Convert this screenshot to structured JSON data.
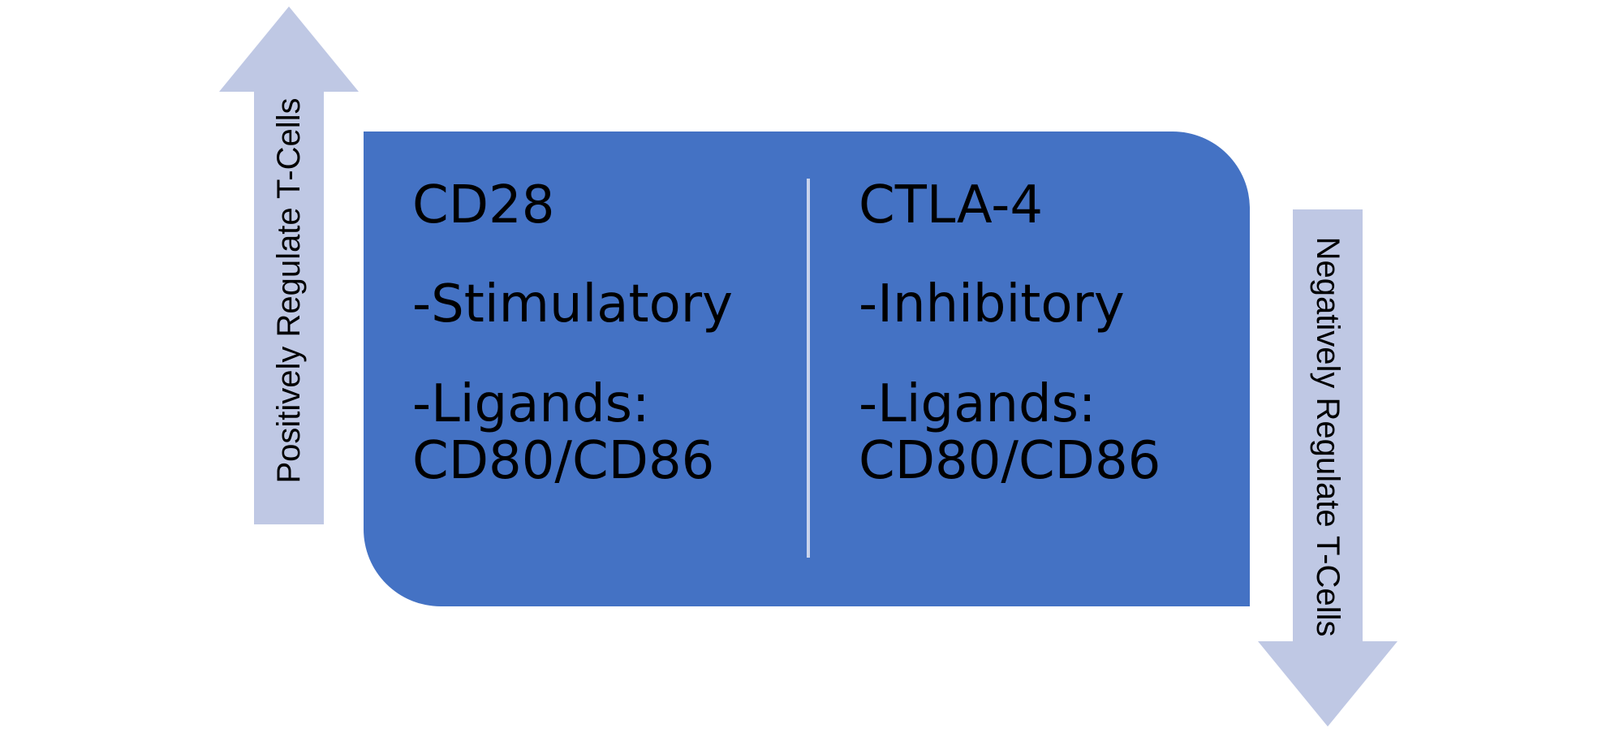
{
  "colors": {
    "box_fill": "#4472C4",
    "arrow_fill": "#BFC8E4",
    "divider": "#C9D3EC",
    "text": "#000000"
  },
  "arrows": {
    "up": {
      "label": "Positively Regulate T-Cells",
      "direction": "up"
    },
    "down": {
      "label": "Negatively Regulate T-Cells",
      "direction": "down"
    }
  },
  "panels": {
    "left": {
      "title": "CD28",
      "type": "-Stimulatory",
      "ligands_label": "-Ligands:",
      "ligands_value": "CD80/CD86"
    },
    "right": {
      "title": "CTLA-4",
      "type": "-Inhibitory",
      "ligands_label": "-Ligands:",
      "ligands_value": "CD80/CD86"
    }
  }
}
